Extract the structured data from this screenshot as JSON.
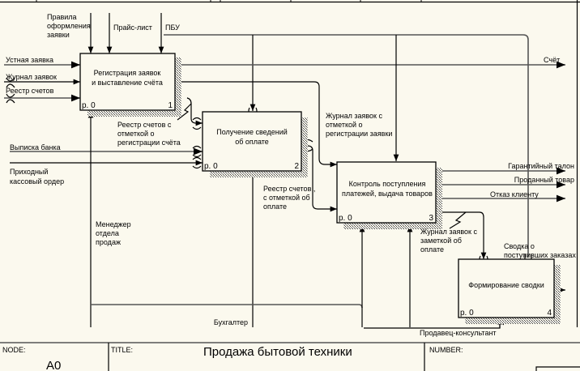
{
  "frame": {
    "node_label": "NODE:",
    "node_value": "A0",
    "title_label": "TITLE:",
    "title_value": "Продажа бытовой техники",
    "number_label": "NUMBER:"
  },
  "boxes": [
    {
      "id": 1,
      "title_lines": [
        "Регистрация заявок",
        "и выставление счёта"
      ],
      "cost": "р. 0",
      "number": "1"
    },
    {
      "id": 2,
      "title_lines": [
        "Получение сведений",
        "об оплате"
      ],
      "cost": "р. 0",
      "number": "2"
    },
    {
      "id": 3,
      "title_lines": [
        "Контроль поступления",
        "платежей, выдача товаров"
      ],
      "cost": "р. 0",
      "number": "3"
    },
    {
      "id": 4,
      "title_lines": [
        "Формирование сводки"
      ],
      "cost": "р. 0",
      "number": "4"
    }
  ],
  "controls": {
    "rules": [
      "Правила",
      "оформления",
      "заявки"
    ],
    "pricelist": "Прайс-лист",
    "pbu": "ПБУ"
  },
  "inputs": {
    "oral_request": "Устная заявка",
    "request_journal": "Журнал заявок",
    "invoice_register": "Реестр счетов",
    "bank_statement": "Выписка банка",
    "cash_order": [
      "Приходный",
      "кассовый ордер"
    ]
  },
  "outputs": {
    "invoice": "Счёт",
    "warranty": "Гарантийный талон",
    "sold_goods": "Проданный товар",
    "refusal": "Отказ клиенту",
    "summary": [
      "Сводка о",
      "поступивших заказах"
    ]
  },
  "internal_flows": {
    "register_marked": [
      "Реестр счетов с",
      "отметкой о",
      "регистрации счёта"
    ],
    "journal_marked": [
      "Журнал заявок с",
      "отметкой о",
      "регистрации заявки"
    ],
    "register_paid": [
      "Реестр счетов ,",
      "с отметкой об",
      "оплате"
    ],
    "journal_paid": [
      "Журнал заявок с",
      "заметкой об",
      "оплате"
    ]
  },
  "mechanisms": {
    "manager": [
      "Менеджер",
      "отдела",
      "продаж"
    ],
    "accountant": "Бухгалтер",
    "consultant": "Продавец-консультант"
  }
}
